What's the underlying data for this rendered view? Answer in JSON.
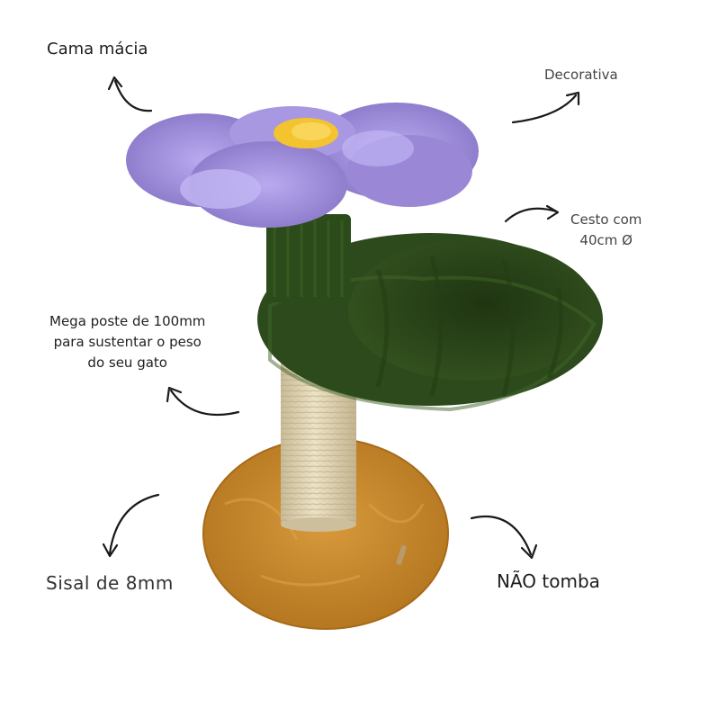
{
  "labels": {
    "soft_bed": "Cama mácia",
    "decorative": "Decorativa",
    "basket_line1": "Cesto com",
    "basket_line2": "40cm Ø",
    "post_line1": "Mega poste de 100mm",
    "post_line2": "para sustentar o peso",
    "post_line3": "do seu gato",
    "sisal": "Sisal de 8mm",
    "no_tip": "NÃO tomba"
  },
  "colors": {
    "petal": "#9b8bd8",
    "petal_light": "#b7a9ea",
    "flower_center": "#f4c430",
    "green_plush": "#2f4a1e",
    "sisal": "#ddd0b0",
    "base": "#c98a2e",
    "arrow": "#1a1a1a"
  },
  "icons": [
    "curved-arrow-icon"
  ]
}
